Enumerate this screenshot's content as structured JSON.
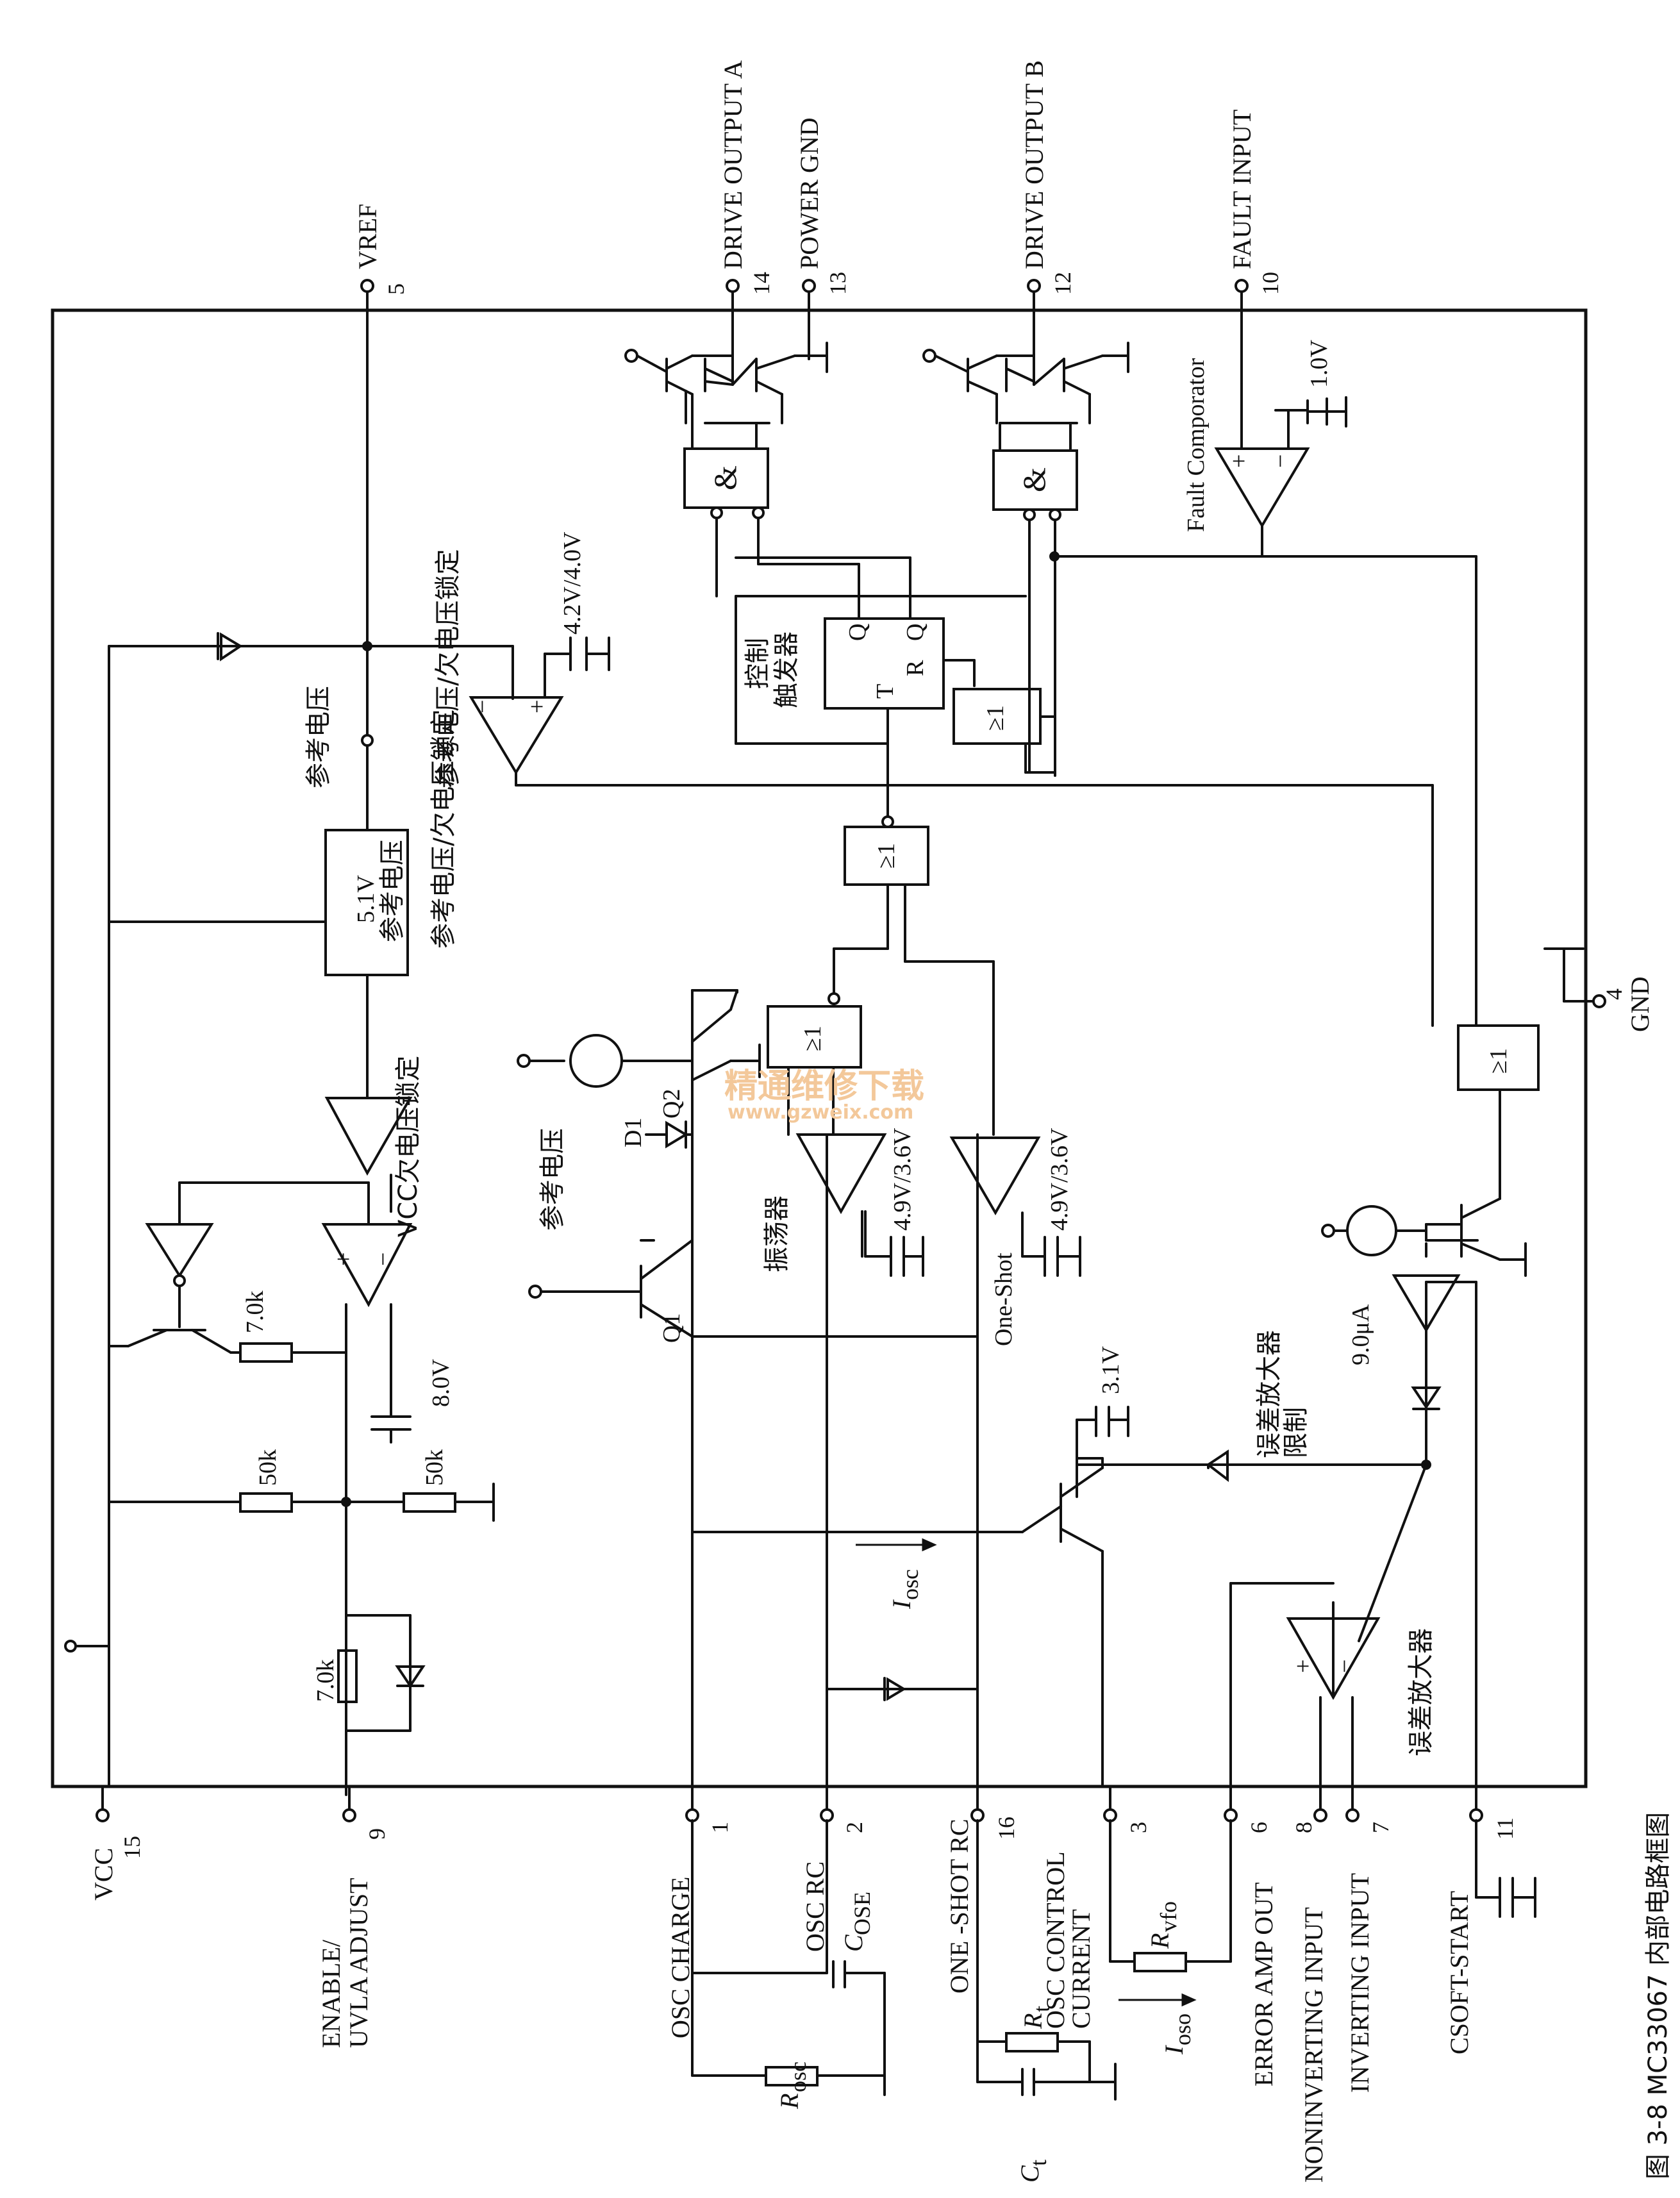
{
  "figure": {
    "caption": "图 3-8   MC33067 内部电路框图"
  },
  "pins": {
    "vref": {
      "name": "VREF",
      "num": "5"
    },
    "drive_a": {
      "name": "DRIVE OUTPUT A",
      "num": "14"
    },
    "power_gnd": {
      "name": "POWER GND",
      "num": "13"
    },
    "drive_b": {
      "name": "DRIVE OUTPUT B",
      "num": "12"
    },
    "fault_input": {
      "name": "FAULT INPUT",
      "num": "10"
    },
    "gnd": {
      "name": "GND",
      "num": "4"
    },
    "vcc": {
      "name": "VCC",
      "num": "15"
    },
    "enable": {
      "name": "ENABLE/",
      "name2": "UVLA ADJUST",
      "num": "9"
    },
    "osc_charge": {
      "name": "OSC CHARGE",
      "num": "1"
    },
    "osc_rc": {
      "name": "OSC RC",
      "num": "2"
    },
    "one_shot_rc": {
      "name": "ONE -SHOT  RC",
      "num": "16"
    },
    "osc_control": {
      "name": "OSC CONTROL",
      "name2": "CURRENT",
      "num": "3"
    },
    "error_amp_out": {
      "name": "ERROR AMP OUT",
      "num": "6"
    },
    "noninverting": {
      "name": "NONINVERTING INPUT",
      "num": "8"
    },
    "inverting": {
      "name": "INVERTING INPUT",
      "num": "7"
    },
    "csoft_start": {
      "name": "CSOFT-START",
      "num": "11"
    }
  },
  "components": {
    "ref_block_v": "5.1V",
    "ref_block_name": "参考电压",
    "ref_node": "参考电压",
    "ref_uvlo": "参考电压/欠电压锁定",
    "ref_comp_thr": "4.2V/4.0V",
    "vcc_uvlo": "VCC欠电压锁定",
    "vcc_comp_ref": "8.0V",
    "r_7k_top": "7.0k",
    "r_50k_a": "50k",
    "r_50k_b": "50k",
    "r_7k_bottom": "7.0k",
    "flipflop_name_1": "控制",
    "flipflop_name_2": "触发器",
    "ff_q": "Q",
    "ff_qbar": "Q",
    "ff_t": "T",
    "ff_r": "R",
    "and_gate": "&",
    "or_gate": "≥1",
    "fault_comp": "Fault Comporator",
    "fault_ref": "1.0V",
    "osc_comp": "振荡器",
    "osc_thr": "4.9V/3.6V",
    "oneshot_comp": "One-Shot",
    "oneshot_thr": "4.9V/3.6V",
    "d1": "D1",
    "d1_ref": "参考电压",
    "q1": "Q1",
    "q2": "Q2",
    "vref_31": "3.1V",
    "ea_limit_1": "误差放大器",
    "ea_limit_2": "限制",
    "ea_name": "误差放大器",
    "current_9ua": "9.0μA",
    "iosc": "I",
    "iosc_sub": "osc",
    "rosc": "R",
    "rosc_sub": "osc",
    "cose": "C",
    "cose_sub": "OSE",
    "rt": "R",
    "rt_sub": "t",
    "ct": "C",
    "ct_sub": "t",
    "rvfo": "R",
    "rvfo_sub": "vfo",
    "ioso": "I",
    "ioso_sub": "oso",
    "plus": "+",
    "minus": "−"
  },
  "watermark": {
    "line1": "精通维修下载",
    "line2": "www.gzweix.com"
  }
}
